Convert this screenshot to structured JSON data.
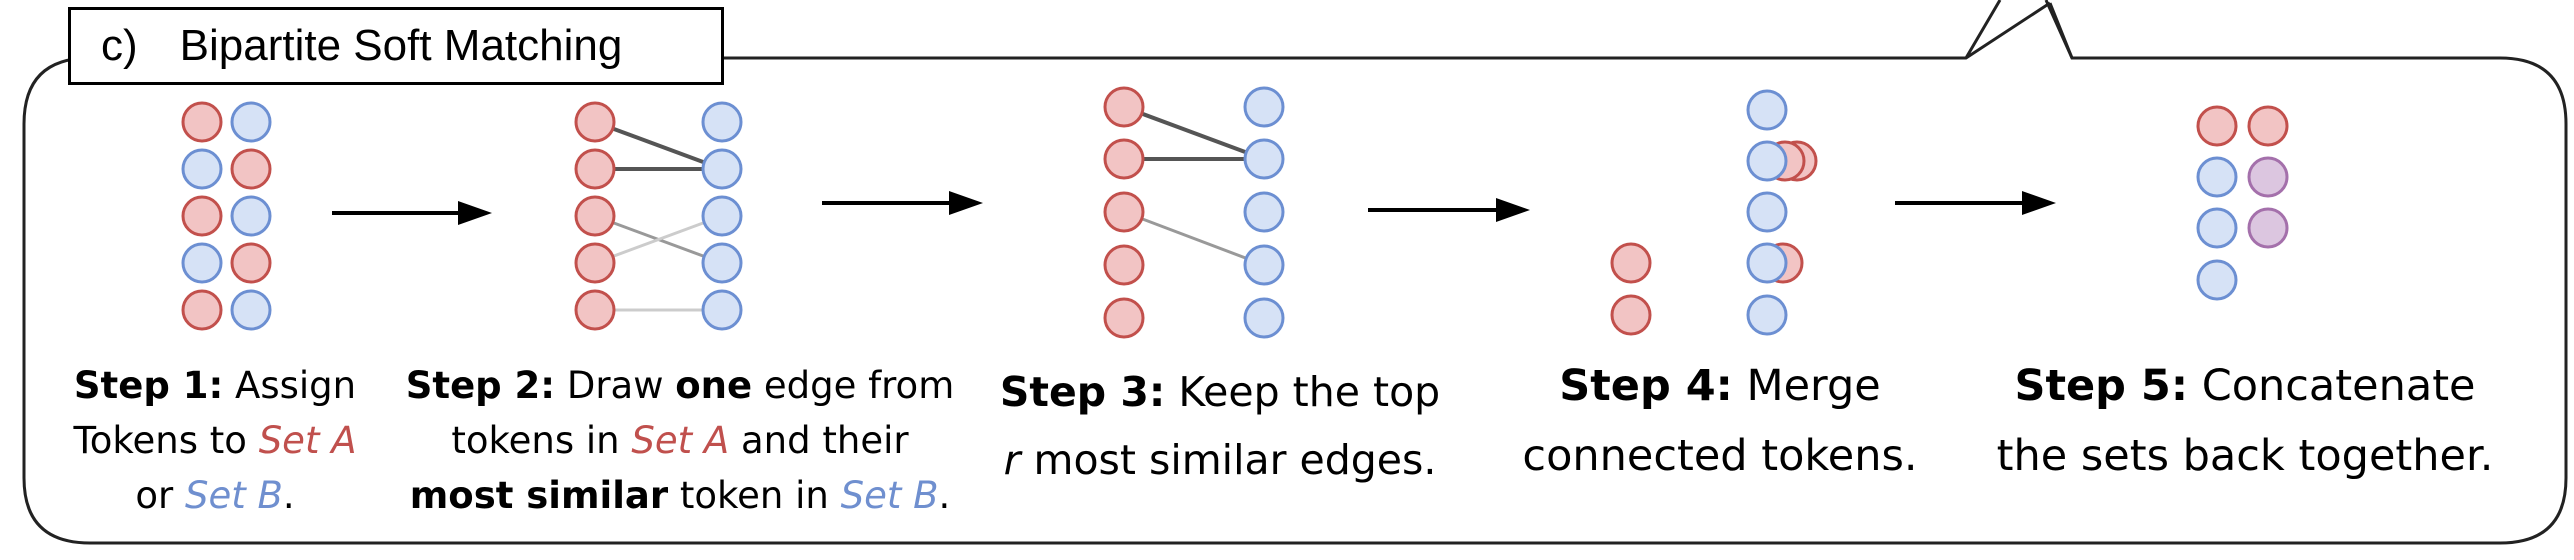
{
  "header": {
    "letter": "c)",
    "title": "Bipartite Soft Matching"
  },
  "colors": {
    "set_a_fill": "#f2c4c4",
    "set_a_stroke": "#c2504c",
    "set_b_fill": "#d6e2f6",
    "set_b_stroke": "#6c8fd2",
    "merged_fill": "#dcc6e0",
    "merged_stroke": "#a470ab",
    "set_a_text": "#c0504d",
    "set_b_text": "#6f8fcf",
    "edge_dark": "#555555",
    "edge_mid": "#999999",
    "edge_light": "#cccccc"
  },
  "steps": [
    {
      "id": "step1",
      "parts": {
        "l1_bold": "Step 1:",
        "l1_rest": " Assign",
        "l2_a": "Tokens to ",
        "l2_setA": "Set A",
        "l3_a": "or ",
        "l3_setB": "Set B",
        "l3_end": "."
      }
    },
    {
      "id": "step2",
      "parts": {
        "l1_bold": "Step 2:",
        "l1_a": " Draw ",
        "l1_bold2": "one",
        "l1_b": " edge from",
        "l2_a": "tokens in ",
        "l2_setA": "Set A",
        "l2_b": " and their",
        "l3_bold": "most similar",
        "l3_a": " token in ",
        "l3_setB": "Set B",
        "l3_end": "."
      }
    },
    {
      "id": "step3",
      "parts": {
        "l1_bold": "Step 3:",
        "l1_rest": " Keep the top",
        "l2_r": "r",
        "l2_rest": " most similar edges."
      }
    },
    {
      "id": "step4",
      "parts": {
        "l1_bold": "Step 4:",
        "l1_rest": " Merge",
        "l2": "connected tokens."
      }
    },
    {
      "id": "step5",
      "parts": {
        "l1_bold": "Step 5:",
        "l1_rest": " Concatenate",
        "l2": "the sets back together."
      }
    }
  ]
}
